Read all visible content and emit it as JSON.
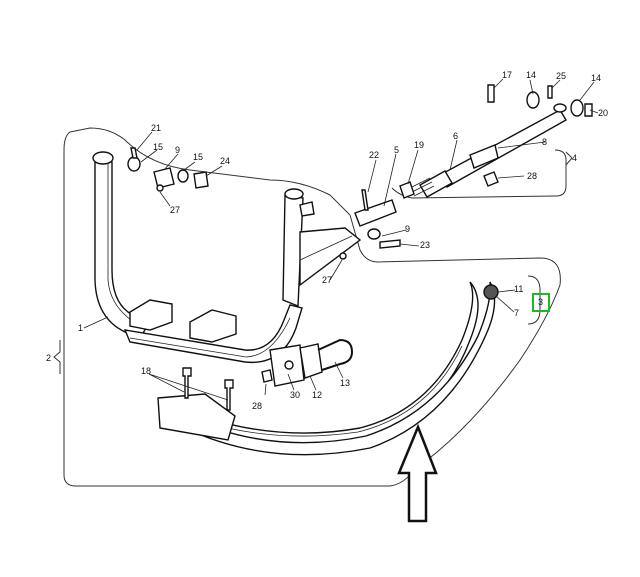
{
  "callouts": {
    "c1": "1",
    "c2": "2",
    "c3": "3",
    "c4": "4",
    "c5": "5",
    "c6": "6",
    "c7": "7",
    "c8": "8",
    "c9a": "9",
    "c9b": "9",
    "c11": "11",
    "c12": "12",
    "c13": "13",
    "c14a": "14",
    "c14b": "14",
    "c15a": "15",
    "c15b": "15",
    "c17": "17",
    "c18": "18",
    "c19": "19",
    "c20": "20",
    "c21": "21",
    "c22": "22",
    "c23": "23",
    "c24": "24",
    "c25": "25",
    "c27a": "27",
    "c27b": "27",
    "c28a": "28",
    "c28b": "28",
    "c30": "30"
  },
  "highlight_color": "#1db924",
  "arrow_icon": "up-arrow-icon"
}
